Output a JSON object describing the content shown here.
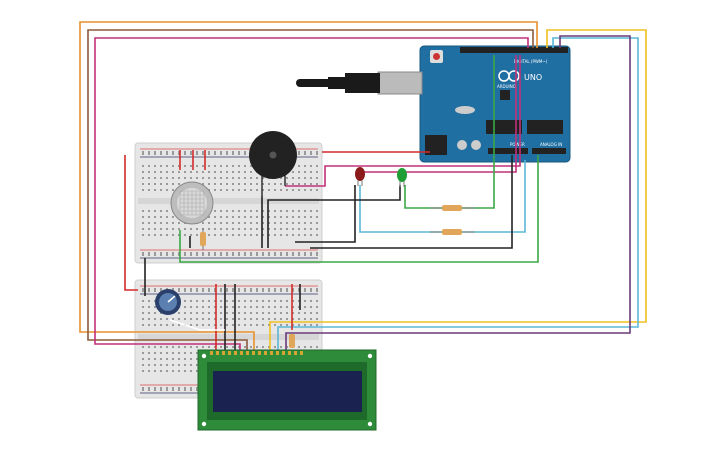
{
  "arduino": {
    "model_label": "UNO",
    "brand_label": "ARDUINO",
    "digital_label": "DIGITAL (PWM~)",
    "analog_label": "ANALOG IN",
    "power_label": "POWER"
  },
  "colors": {
    "arduino_board": "#1f6fa3",
    "breadboard": "#e6e6e6",
    "lcd_board": "#2e8b3a",
    "lcd_screen": "#1a2350",
    "wire_orange": "#e8912c",
    "wire_brown": "#8a5a3c",
    "wire_magenta": "#c2307a",
    "wire_purple": "#6a3a7a",
    "wire_yellow": "#f0c020",
    "wire_cyan": "#5ab8d6",
    "wire_blue": "#3a7ad0",
    "wire_green": "#3aa845",
    "wire_black": "#222222",
    "wire_red": "#d42a2a"
  },
  "components": [
    "arduino-uno",
    "breadboard",
    "lcd-16x2",
    "piezo-buzzer",
    "gas-sensor",
    "potentiometer",
    "red-led",
    "green-led",
    "resistor"
  ]
}
